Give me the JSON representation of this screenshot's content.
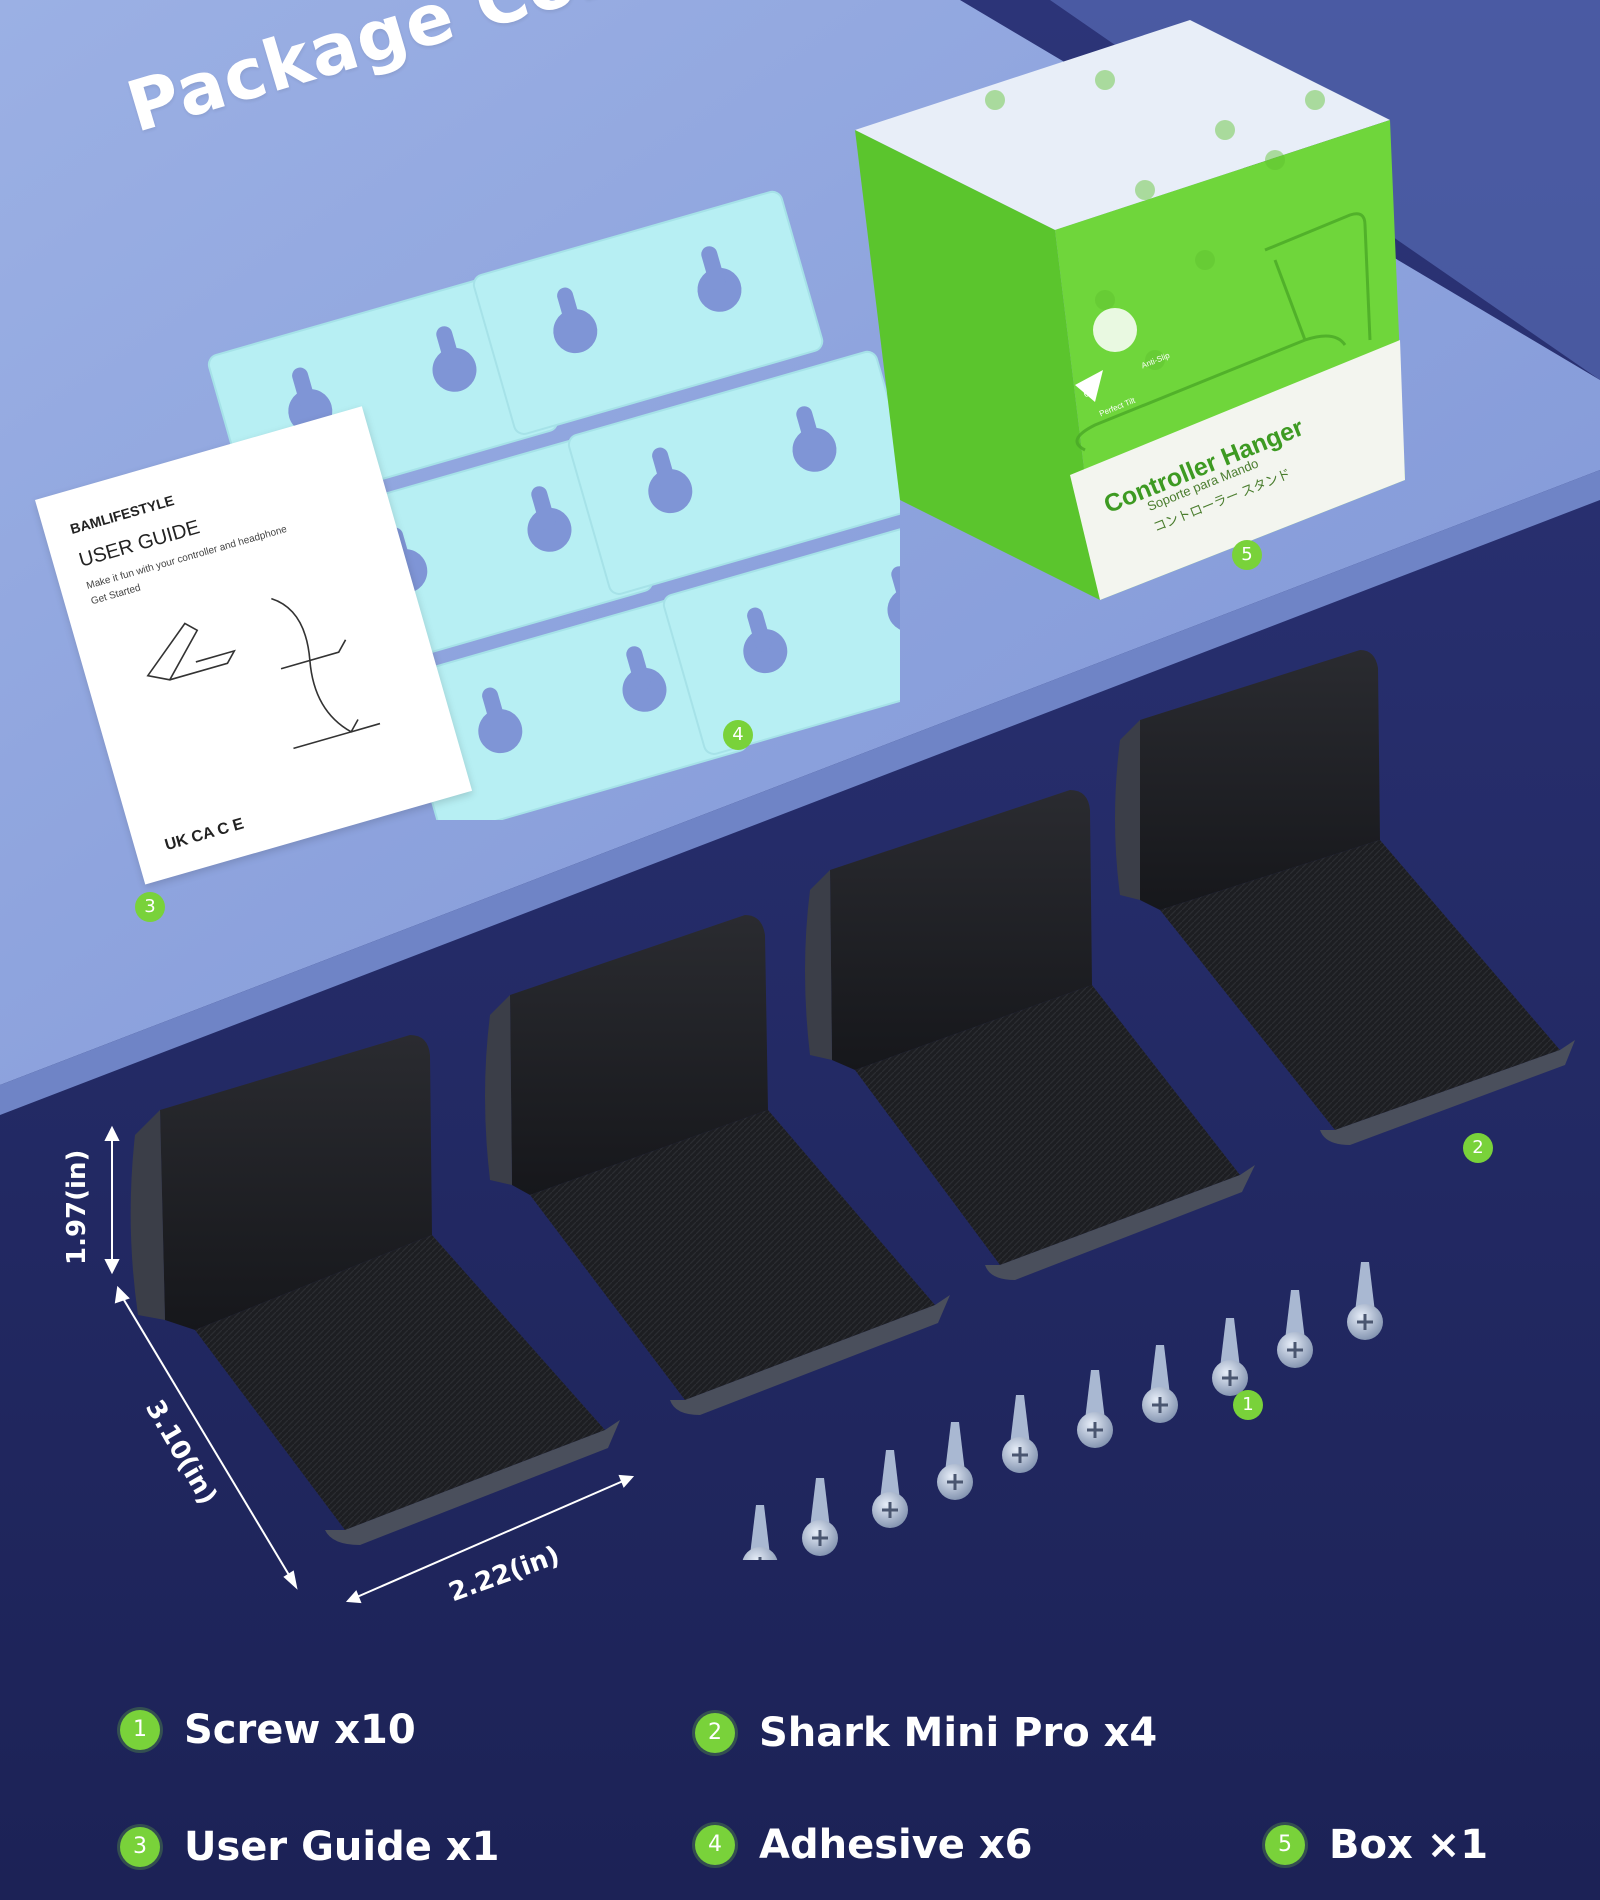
{
  "title": "Package Content",
  "guide": {
    "brand": "BAMLIFESTYLE",
    "heading": "USER GUIDE",
    "line1": "Make it fun with your controller and headphone",
    "line2": "Get Started",
    "marks": "UK CA  C E"
  },
  "box": {
    "name": "Controller Hanger",
    "sub_es": "Soporte para Mando",
    "sub_jp": "コントローラー スタンド",
    "feature1": "Perfect Tilt",
    "feature1_angle": "60°",
    "feature2": "Anti-Slip"
  },
  "dimensions": {
    "height": "1.97(in)",
    "depth": "3.10(in)",
    "width": "2.22(in)"
  },
  "badges": {
    "b1": "1",
    "b2": "2",
    "b3": "3",
    "b4": "4",
    "b5": "5"
  },
  "legend": [
    {
      "num": "1",
      "label": "Screw x10"
    },
    {
      "num": "2",
      "label": "Shark Mini Pro x4"
    },
    {
      "num": "3",
      "label": "User Guide x1"
    },
    {
      "num": "4",
      "label": "Adhesive x6"
    },
    {
      "num": "5",
      "label": "Box ×1"
    }
  ],
  "colors": {
    "accent_green": "#79d23a",
    "adhesive": "#b7eff3",
    "box_green": "#6fd63b",
    "table_top": "#8ea3db"
  }
}
